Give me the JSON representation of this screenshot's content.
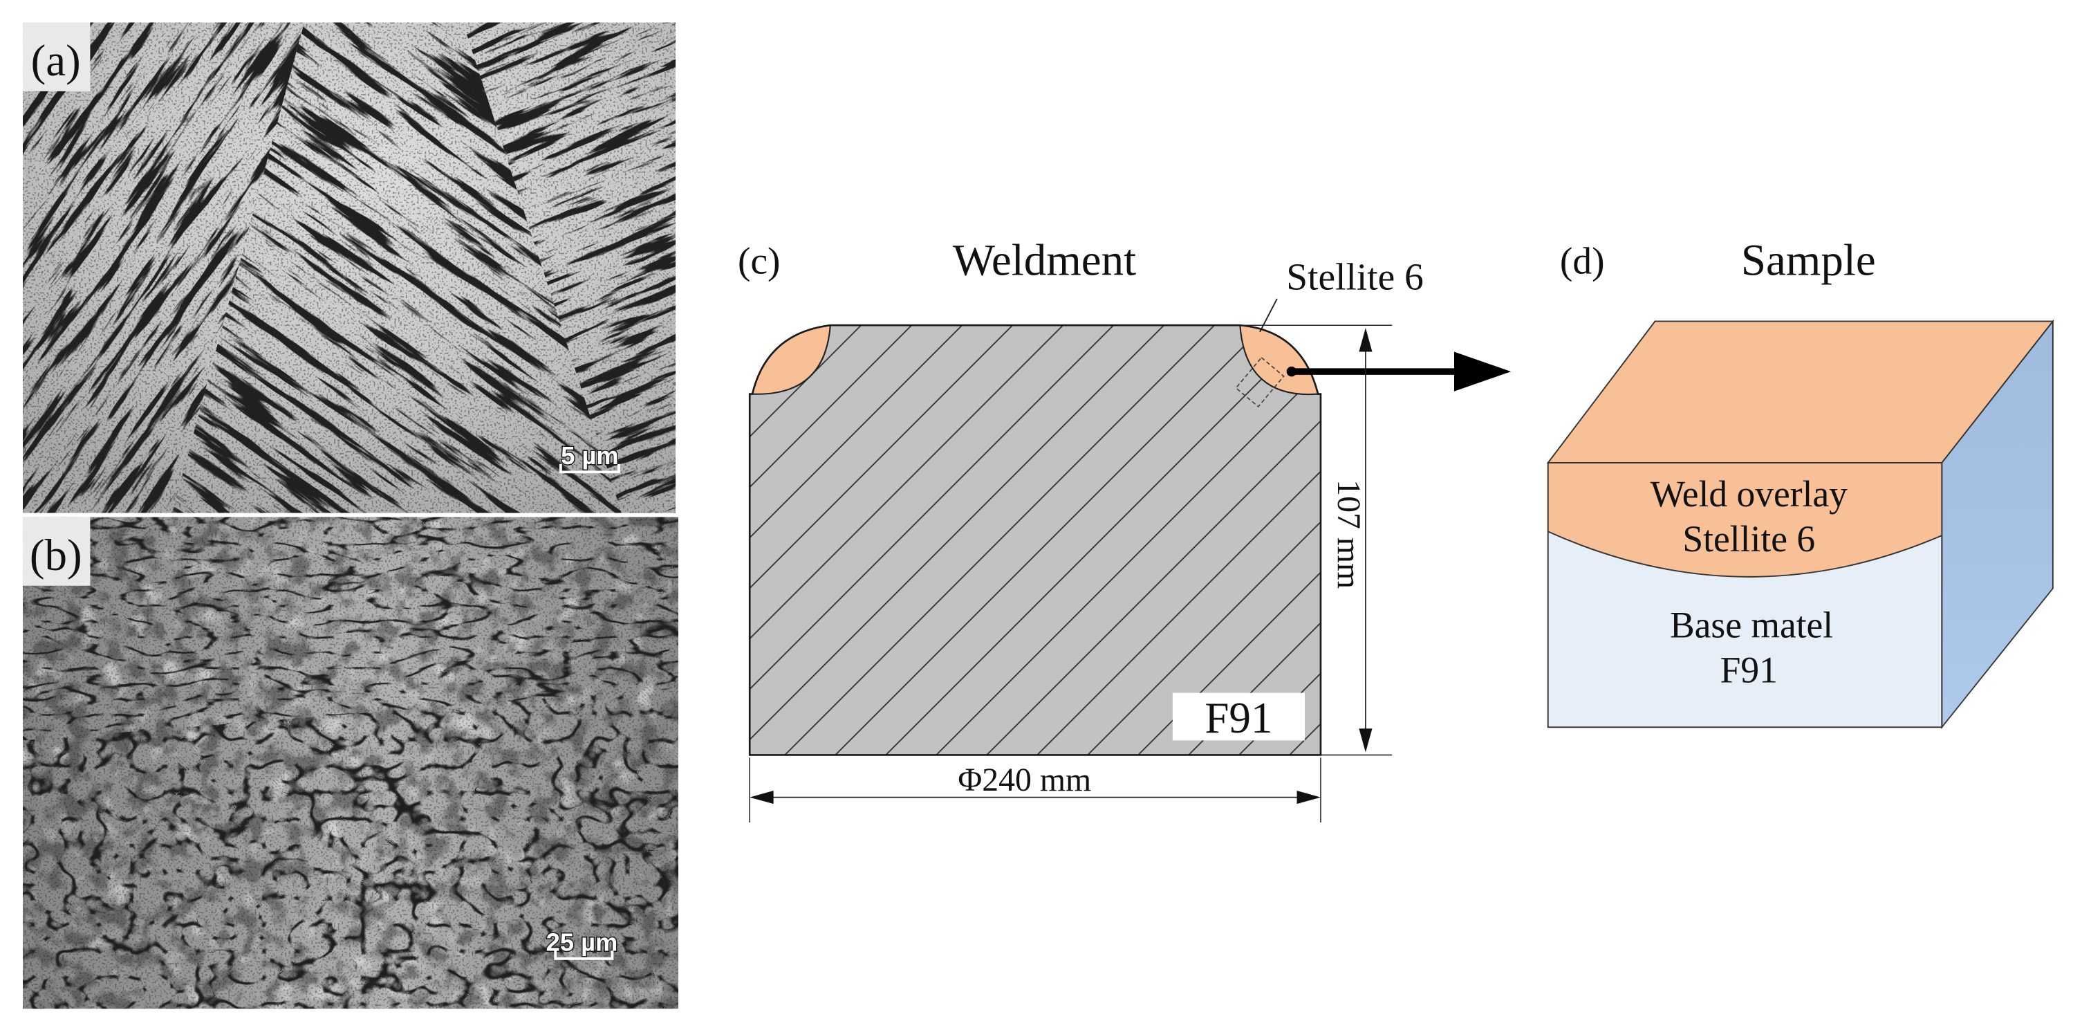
{
  "panel_a": {
    "label": "(a)",
    "scale_bar": "5 µm"
  },
  "panel_b": {
    "label": "(b)",
    "scale_bar": "25 µm"
  },
  "panel_c": {
    "label": "(c)",
    "title": "Weldment",
    "overlay_callout": "Stellite 6",
    "material": "F91",
    "height_dimension": "107 mm",
    "diameter_dimension": "Φ240 mm"
  },
  "panel_d": {
    "label": "(d)",
    "title": "Sample",
    "overlay_line1": "Weld overlay",
    "overlay_line2": "Stellite 6",
    "base_line1": "Base matel",
    "base_line2": "F91"
  },
  "colors": {
    "weld_overlay": "#f7c096",
    "weldment_body": "#c2c2c2",
    "base_metal_front": "#e6eef8",
    "base_metal_side": "#a8c6ea"
  }
}
